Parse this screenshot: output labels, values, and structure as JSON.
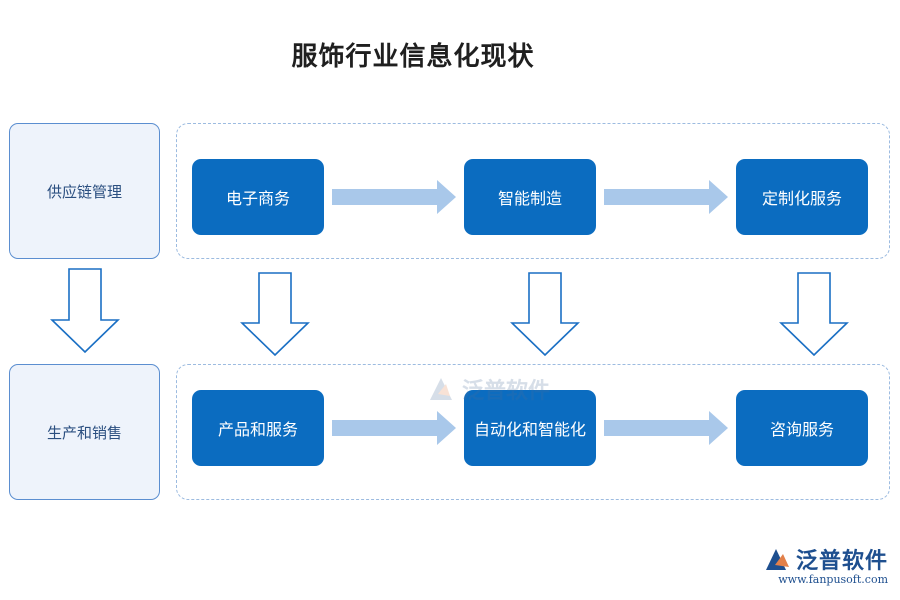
{
  "title": "服饰行业信息化现状",
  "rows": [
    {
      "label": "供应链管理",
      "nodes": [
        "电子商务",
        "智能制造",
        "定制化服务"
      ]
    },
    {
      "label": "生产和销售",
      "nodes": [
        "产品和服务",
        "自动化和智能化",
        "咨询服务"
      ]
    }
  ],
  "watermark": "泛普软件",
  "brand": {
    "name": "泛普软件",
    "url": "www.fanpusoft.com"
  },
  "colors": {
    "node_fill": "#0b6cc0",
    "side_fill": "#eef3fb",
    "side_border": "#5b8ed0",
    "panel_border": "#9cbbe0",
    "arrow_fill": "#a9c8ea",
    "down_arrow_stroke": "#1a6fc4"
  }
}
